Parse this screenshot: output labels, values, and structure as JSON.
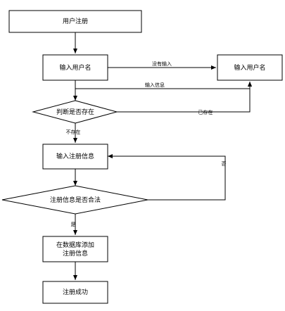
{
  "nodes": {
    "user_register": "用户注册",
    "input_username": "输入用户名",
    "input_username_right": "输入用户名",
    "check_exists": "判断是否存在",
    "input_register_info": "输入注册信息",
    "check_valid": "注册信息是否合法",
    "add_to_db_line1": "在数据库添加",
    "add_to_db_line2": "注册信息",
    "register_success": "注册成功"
  },
  "edges": {
    "no_input": "没有输入",
    "input_info": "输入信息",
    "exists": "已存在",
    "not_exists": "不存在",
    "no": "否",
    "yes": "是"
  },
  "colors": {
    "stroke": "#000000",
    "fill": "#ffffff"
  }
}
